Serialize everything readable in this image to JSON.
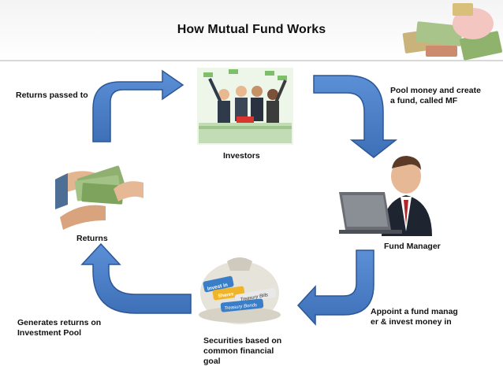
{
  "title": "How Mutual Fund Works",
  "nodes": {
    "investors": {
      "label": "Investors",
      "icon": "investors-cheering-icon"
    },
    "fund_manager": {
      "label": "Fund Manager",
      "icon": "businessman-laptop-icon"
    },
    "securities": {
      "label": "Securities based on\ncommon financial\ngoal",
      "icon": "money-bag-icon",
      "bag_text": [
        "Invest in",
        "Shares",
        "Treasury Bills",
        "Treasury Bonds"
      ]
    },
    "returns": {
      "label": "Returns",
      "icon": "cash-handover-icon"
    }
  },
  "edges": {
    "pool_money": "Pool money and create\na fund, called MF",
    "appoint": "Appoint a fund manag\ner & invest money in",
    "generates": "Generates returns on\nInvestment Pool",
    "returns_passed": "Returns passed to"
  },
  "colors": {
    "arrow_fill": "#4a7ec8",
    "arrow_stroke": "#2b5797",
    "header_band": "#f4f4f4"
  }
}
